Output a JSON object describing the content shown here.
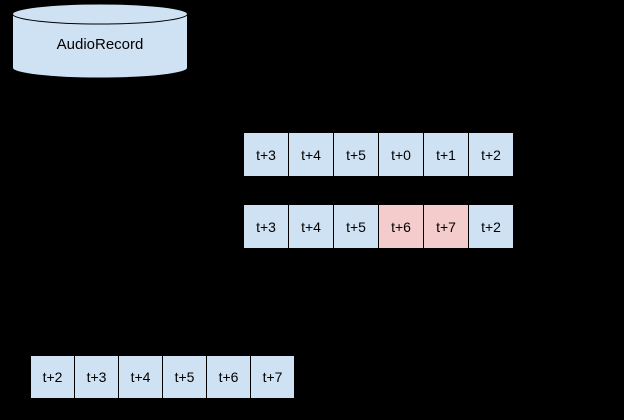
{
  "canvas": {
    "background": "#000000"
  },
  "colors": {
    "cell_blue": "#cfe2f3",
    "cell_pink": "#f4cccc",
    "border": "#000000",
    "text": "#000000"
  },
  "cylinder": {
    "label": "AudioRecord",
    "fill": "#cfe2f3",
    "stroke": "#000000"
  },
  "rows": [
    {
      "id": "buffer-row-top",
      "cells": [
        {
          "label": "t+3",
          "color": "#cfe2f3"
        },
        {
          "label": "t+4",
          "color": "#cfe2f3"
        },
        {
          "label": "t+5",
          "color": "#cfe2f3"
        },
        {
          "label": "t+0",
          "color": "#cfe2f3"
        },
        {
          "label": "t+1",
          "color": "#cfe2f3"
        },
        {
          "label": "t+2",
          "color": "#cfe2f3"
        }
      ]
    },
    {
      "id": "buffer-row-middle",
      "cells": [
        {
          "label": "t+3",
          "color": "#cfe2f3"
        },
        {
          "label": "t+4",
          "color": "#cfe2f3"
        },
        {
          "label": "t+5",
          "color": "#cfe2f3"
        },
        {
          "label": "t+6",
          "color": "#f4cccc"
        },
        {
          "label": "t+7",
          "color": "#f4cccc"
        },
        {
          "label": "t+2",
          "color": "#cfe2f3"
        }
      ]
    },
    {
      "id": "buffer-row-bottom",
      "cells": [
        {
          "label": "t+2",
          "color": "#cfe2f3"
        },
        {
          "label": "t+3",
          "color": "#cfe2f3"
        },
        {
          "label": "t+4",
          "color": "#cfe2f3"
        },
        {
          "label": "t+5",
          "color": "#cfe2f3"
        },
        {
          "label": "t+6",
          "color": "#cfe2f3"
        },
        {
          "label": "t+7",
          "color": "#cfe2f3"
        }
      ]
    }
  ]
}
